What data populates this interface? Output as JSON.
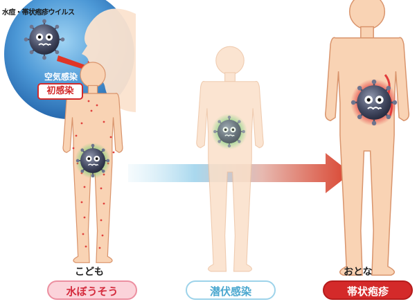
{
  "diagram": {
    "virus_title": "水痘・帯状疱疹ウイルス",
    "infection_route": "空気感染",
    "first_infection": "初感染",
    "child_label": "こども",
    "adult_label": "おとな",
    "stages": [
      {
        "label": "水ぼうそう"
      },
      {
        "label": "潜伏感染"
      },
      {
        "label": "帯状疱疹"
      }
    ]
  },
  "colors": {
    "skin": "#f9d3b4",
    "skin_faded": "#fbe0c9",
    "outline": "#d9946c",
    "circle_blue": "#2d73b9",
    "arrow_start": "#a9d8ee",
    "arrow_end": "#d9432e",
    "chickenpox_pink": "#fbd3da",
    "shingles_red": "#d42a2a"
  },
  "icons": [
    "virus-icon",
    "head-silhouette-icon",
    "red-arrow-icon",
    "spot-rash-icon"
  ]
}
